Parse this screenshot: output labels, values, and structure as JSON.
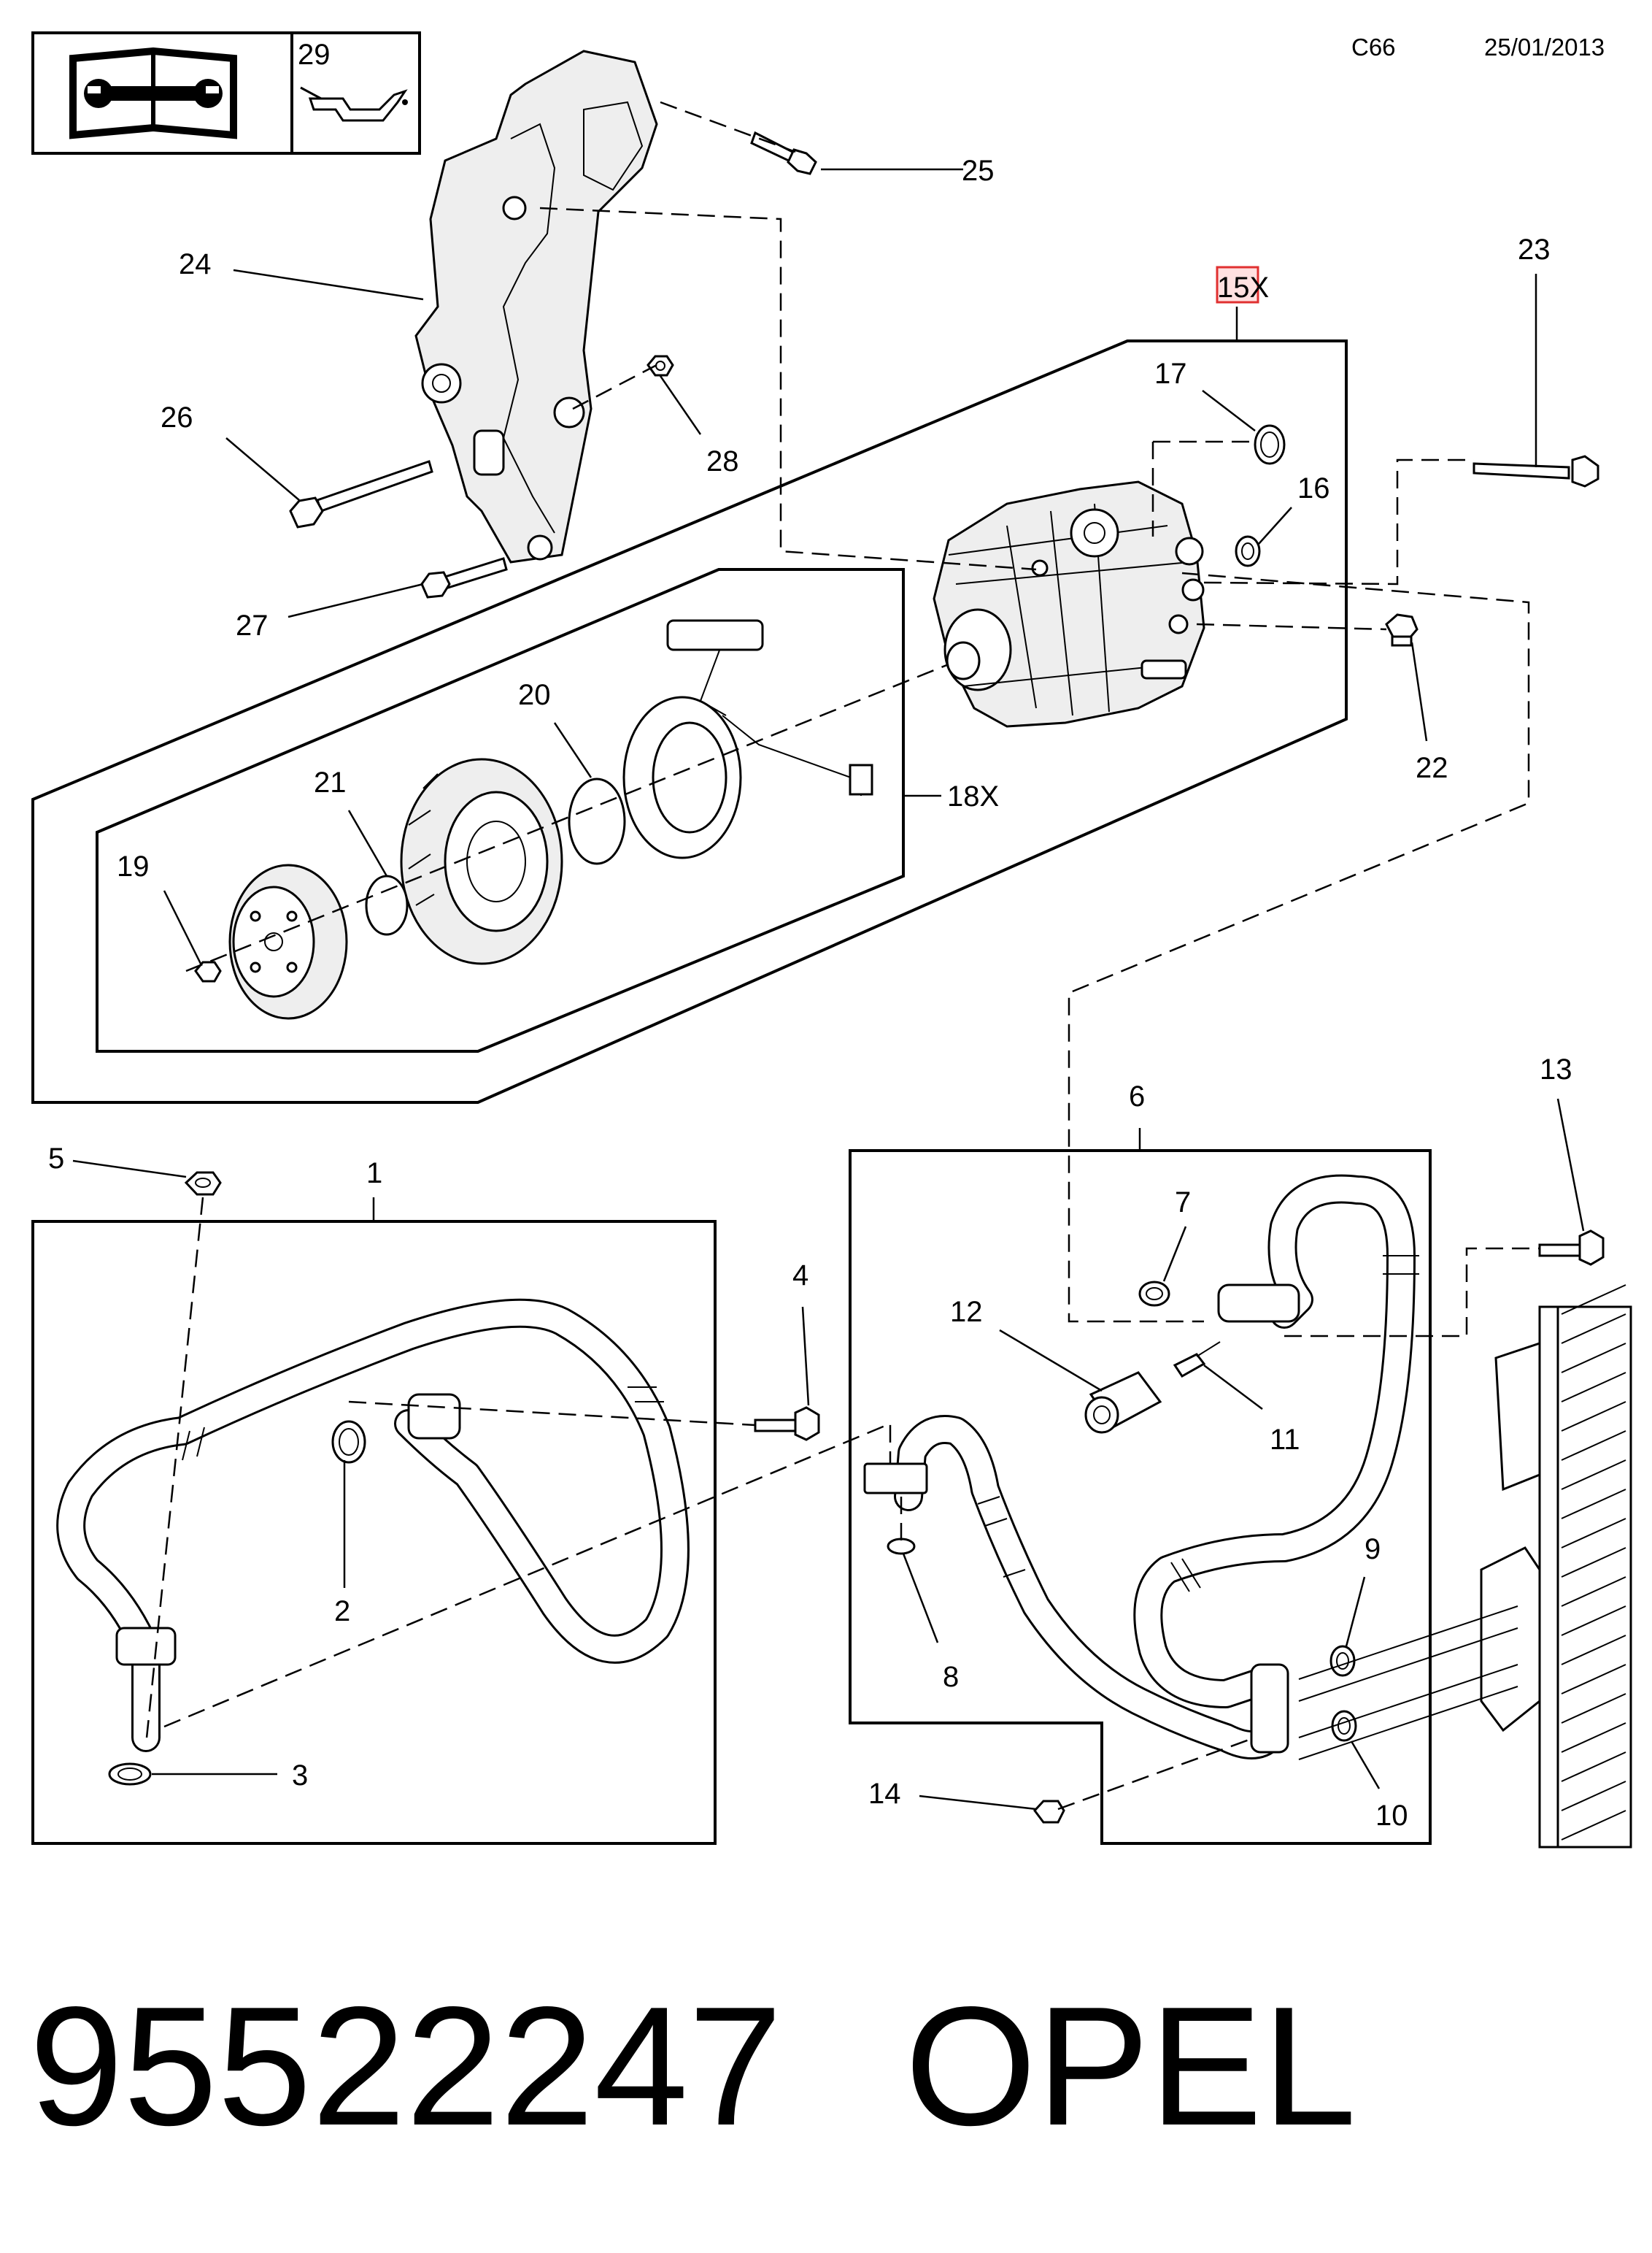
{
  "header": {
    "code": "C66",
    "date": "25/01/2013"
  },
  "icon_box": {
    "oil_ref": "29",
    "book_icon": "wrench-book-icon",
    "oil_icon": "oil-can-icon"
  },
  "groups": {
    "compressor_assembly": "15X",
    "clutch_assembly": "18X",
    "hose_left": "1",
    "hose_right": "6"
  },
  "callouts": {
    "c2": "2",
    "c3": "3",
    "c4": "4",
    "c5": "5",
    "c7": "7",
    "c8": "8",
    "c9": "9",
    "c10": "10",
    "c11": "11",
    "c12": "12",
    "c13": "13",
    "c14": "14",
    "c16": "16",
    "c17": "17",
    "c19": "19",
    "c20": "20",
    "c21": "21",
    "c22": "22",
    "c23": "23",
    "c24": "24",
    "c25": "25",
    "c26": "26",
    "c27": "27",
    "c28": "28"
  },
  "footer": {
    "part_number": "95522247",
    "brand": "OPEL"
  },
  "colors": {
    "highlight_border": "#e03030",
    "highlight_fill": "#ffe0e0",
    "line": "#000000"
  }
}
